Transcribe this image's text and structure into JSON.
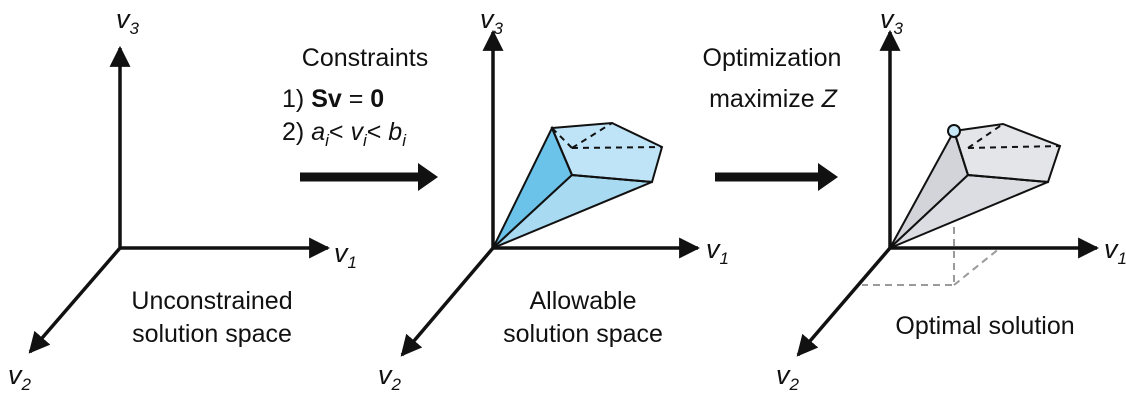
{
  "panels": [
    {
      "caption_line1": "Unconstrained",
      "caption_line2": "solution space"
    },
    {
      "caption_line1": "Allowable",
      "caption_line2": "solution space"
    },
    {
      "caption_line1": "Optimal solution"
    }
  ],
  "axes": {
    "v1": "v",
    "v1_sub": "1",
    "v2": "v",
    "v2_sub": "2",
    "v3": "v",
    "v3_sub": "3"
  },
  "step1": {
    "title": "Constraints",
    "c1_num": "1)",
    "c1_S": "Sv",
    "c1_eq": "=",
    "c1_zero": "0",
    "c2_num": "2)",
    "c2_a": "a",
    "c2_i": "i",
    "c2_lt": "<",
    "c2_v": "v",
    "c2_b": "b"
  },
  "step2": {
    "title": "Optimization",
    "line2": "maximize",
    "Z": "Z"
  },
  "colors": {
    "allowable_fill": "#bfe4f7",
    "allowable_dark": "#6cc3ea",
    "optimal_fill": "#e4e5e9",
    "optimal_dark": "#d2d4da",
    "optimum_point": "#c8e9f7"
  }
}
